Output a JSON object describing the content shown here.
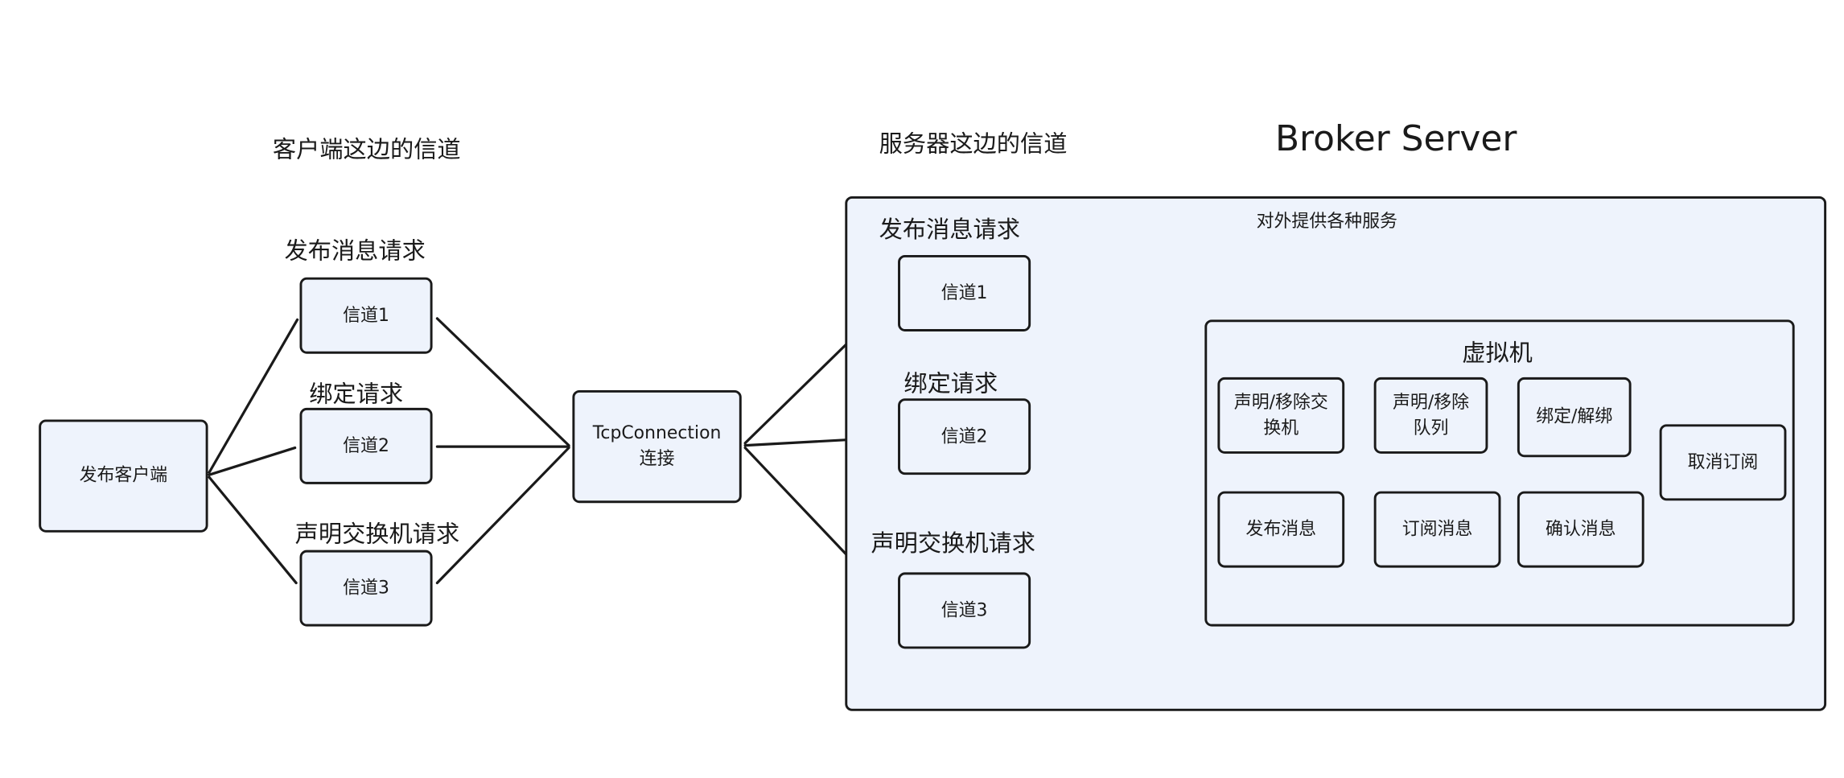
{
  "titles": {
    "client_side": "客户端这边的信道",
    "server_side": "服务器这边的信道",
    "broker_server": "Broker Server",
    "services": "对外提供各种服务",
    "vm": "虚拟机"
  },
  "client": {
    "publisher": "发布客户端",
    "req_publish": "发布消息请求",
    "req_bind": "绑定请求",
    "req_declare_exchange": "声明交换机请求",
    "channel1": "信道1",
    "channel2": "信道2",
    "channel3": "信道3"
  },
  "connection": {
    "line1": "TcpConnection",
    "line2": "连接"
  },
  "server": {
    "req_publish": "发布消息请求",
    "req_bind": "绑定请求",
    "req_declare_exchange": "声明交换机请求",
    "channel1": "信道1",
    "channel2": "信道2",
    "channel3": "信道3"
  },
  "vm_ops": {
    "declare_exchange_l1": "声明/移除交",
    "declare_exchange_l2": "换机",
    "declare_queue_l1": "声明/移除",
    "declare_queue_l2": "队列",
    "bind_unbind": "绑定/解绑",
    "publish": "发布消息",
    "subscribe": "订阅消息",
    "ack": "确认消息",
    "unsubscribe": "取消订阅"
  }
}
